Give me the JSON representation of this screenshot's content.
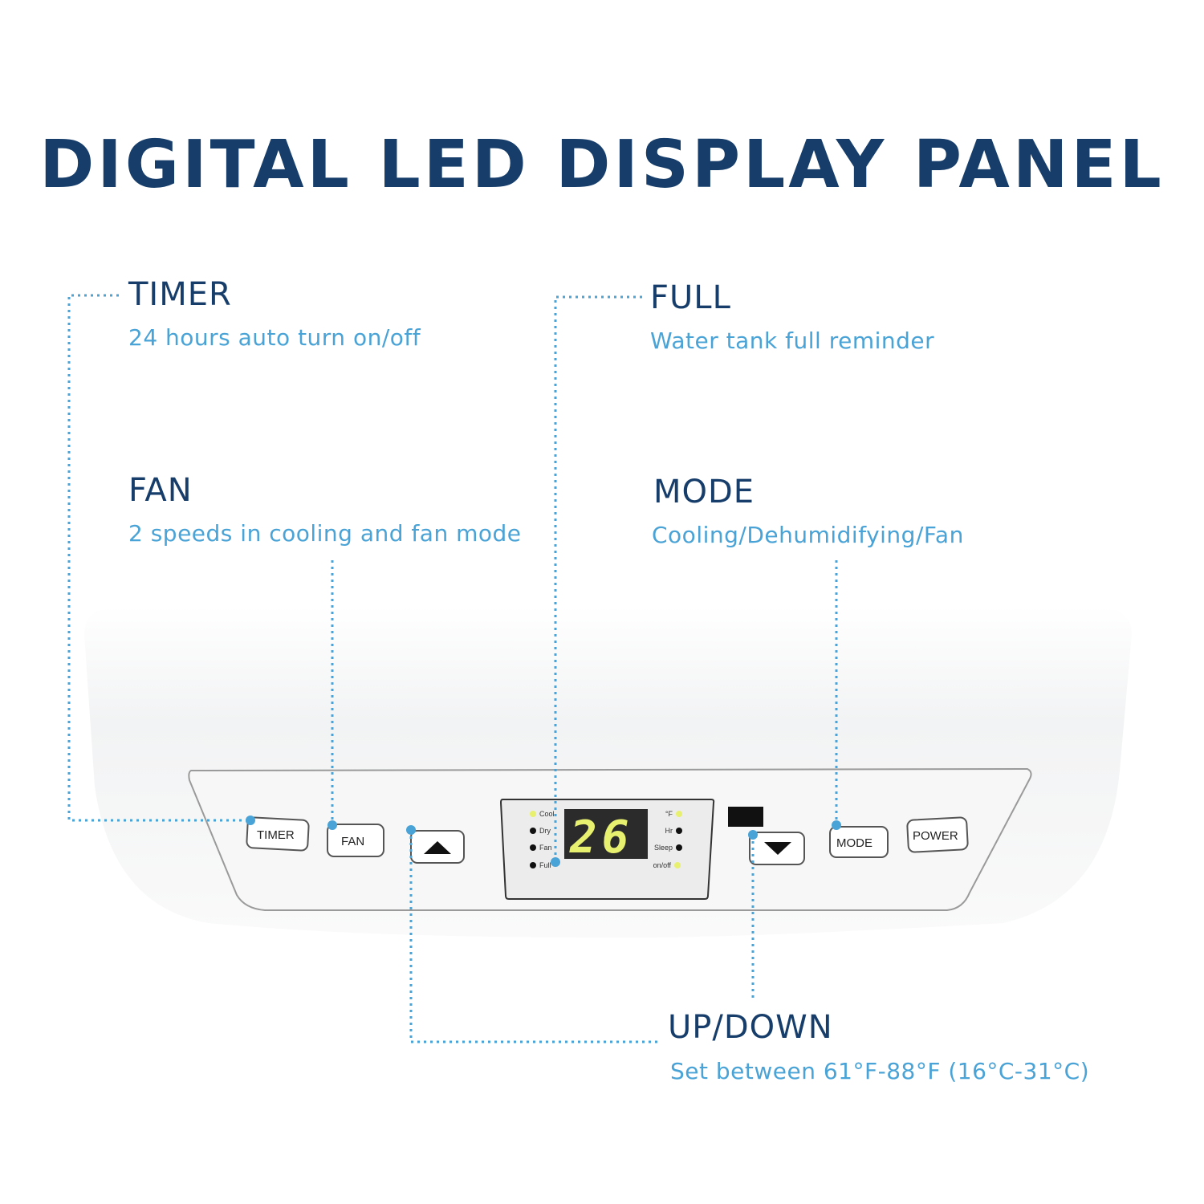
{
  "title": "DIGITAL LED DISPLAY PANEL",
  "features": {
    "timer": {
      "label": "TIMER",
      "description": "24 hours auto turn on/off"
    },
    "fan": {
      "label": "FAN",
      "description": "2 speeds in cooling and fan mode"
    },
    "full": {
      "label": "FULL",
      "description": "Water tank full reminder"
    },
    "mode": {
      "label": "MODE",
      "description": "Cooling/Dehumidifying/Fan"
    },
    "updown": {
      "label": "UP/DOWN",
      "description": "Set between 61°F-88°F (16°C-31°C)"
    }
  },
  "panel": {
    "buttons": {
      "timer": "TIMER",
      "fan": "FAN",
      "mode": "MODE",
      "power": "POWER"
    },
    "display_value": "26",
    "indicators_left": [
      "Cool",
      "Dry",
      "Fan",
      "Full"
    ],
    "indicators_right": [
      "°F",
      "Hr",
      "Sleep",
      "on/off"
    ]
  },
  "colors": {
    "title": "#173e6b",
    "accent": "#4aa3d6",
    "led": "#e8f070"
  }
}
